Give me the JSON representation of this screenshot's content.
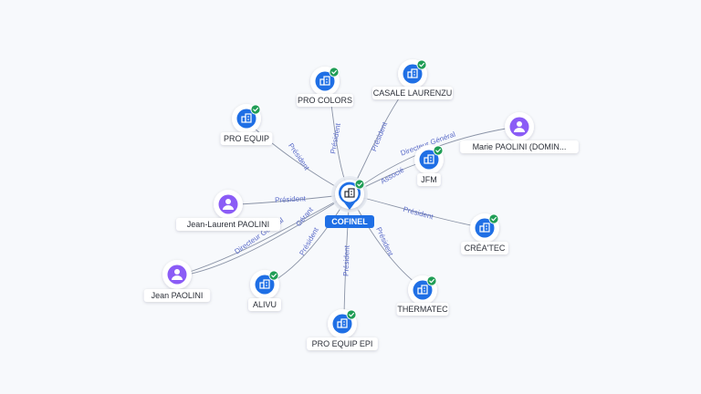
{
  "center": {
    "id": "cofinel",
    "label": "COFINEL",
    "kind": "company",
    "verified": true
  },
  "nodes": [
    {
      "id": "pro-colors",
      "label": "PRO COLORS",
      "kind": "company",
      "verified": true
    },
    {
      "id": "casale-laurenzu",
      "label": "CASALE LAURENZU",
      "kind": "company",
      "verified": true
    },
    {
      "id": "pro-equip",
      "label": "PRO EQUIP",
      "kind": "company",
      "verified": true
    },
    {
      "id": "marie-paolini",
      "label": "Marie PAOLINI (DOMIN...",
      "kind": "person",
      "verified": false
    },
    {
      "id": "jfm",
      "label": "JFM",
      "kind": "company",
      "verified": true
    },
    {
      "id": "jean-laurent-paolini",
      "label": "Jean-Laurent PAOLINI",
      "kind": "person",
      "verified": false
    },
    {
      "id": "createc",
      "label": "CRÉA'TEC",
      "kind": "company",
      "verified": true
    },
    {
      "id": "jean-paolini",
      "label": "Jean PAOLINI",
      "kind": "person",
      "verified": false
    },
    {
      "id": "alivu",
      "label": "ALIVU",
      "kind": "company",
      "verified": true
    },
    {
      "id": "thermatec",
      "label": "THERMATEC",
      "kind": "company",
      "verified": true
    },
    {
      "id": "pro-equip-epi",
      "label": "PRO EQUIP EPI",
      "kind": "company",
      "verified": true
    }
  ],
  "edges": [
    {
      "from": "cofinel",
      "to": "pro-colors",
      "label": "Président"
    },
    {
      "from": "cofinel",
      "to": "casale-laurenzu",
      "label": "Président"
    },
    {
      "from": "cofinel",
      "to": "pro-equip",
      "label": "Président"
    },
    {
      "from": "marie-paolini",
      "to": "cofinel",
      "label": "Directeur Général"
    },
    {
      "from": "cofinel",
      "to": "jfm",
      "label": "Associé"
    },
    {
      "from": "jean-laurent-paolini",
      "to": "cofinel",
      "label": "Président"
    },
    {
      "from": "cofinel",
      "to": "createc",
      "label": "Président"
    },
    {
      "from": "jean-paolini",
      "to": "cofinel",
      "label": "Directeur Général"
    },
    {
      "from": "jean-paolini",
      "to": "cofinel",
      "label": "Gérant"
    },
    {
      "from": "cofinel",
      "to": "alivu",
      "label": "Président"
    },
    {
      "from": "cofinel",
      "to": "thermatec",
      "label": "Président"
    },
    {
      "from": "cofinel",
      "to": "pro-equip-epi",
      "label": "Président"
    }
  ],
  "colors": {
    "company": "#1f6fe5",
    "person": "#8b5cf6",
    "verified": "#1f9d55",
    "edge": "#8a93a6",
    "edge_label": "#5b6cc9",
    "background": "#f7f9fc"
  },
  "icons": {
    "company": "building-icon",
    "person": "person-icon",
    "verified": "check-badge-icon",
    "center": "map-pin-icon"
  }
}
